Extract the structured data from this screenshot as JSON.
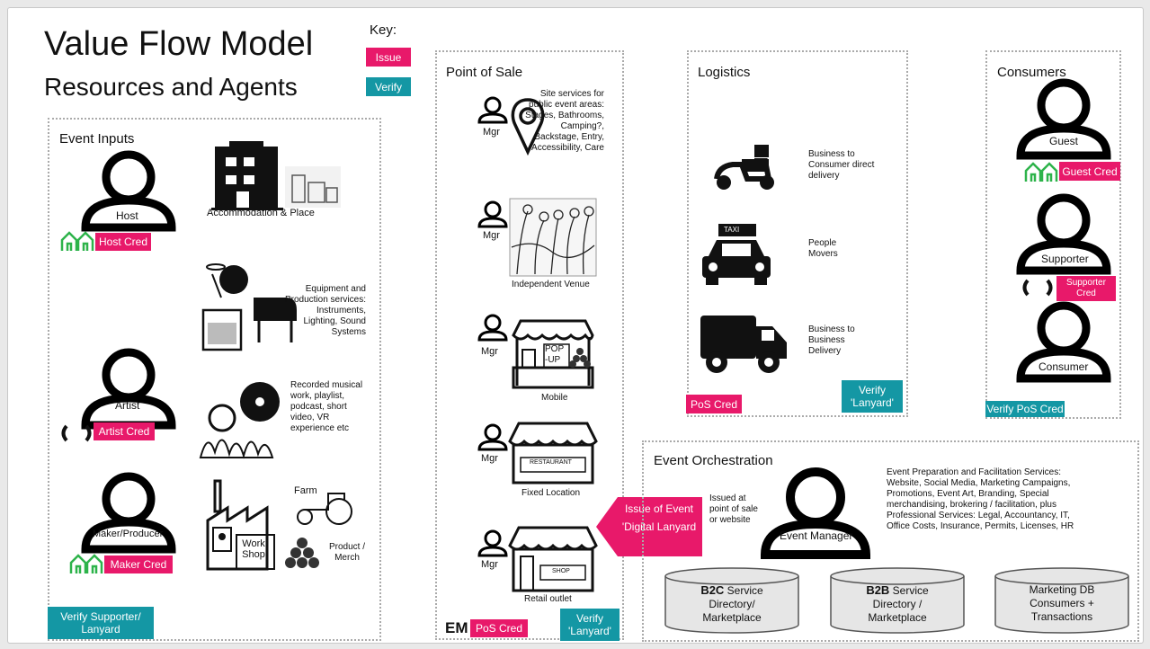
{
  "title": "Value Flow Model",
  "subtitle": "Resources and Agents",
  "key": {
    "label": "Key:",
    "issue": "Issue",
    "verify": "Verify"
  },
  "event_inputs": {
    "heading": "Event Inputs",
    "host": "Host",
    "host_cred": "Host Cred",
    "accommodation": "Accommodation & Place",
    "equipment": "Equipment and Production services: Instruments, Lighting, Sound Systems",
    "artist": "Artist",
    "artist_cred": "Artist Cred",
    "recorded": "Recorded musical work, playlist, podcast, short video, VR experience etc",
    "maker": "Maker/Producer",
    "maker_cred": "Maker Cred",
    "farm": "Farm",
    "workshop": "Work Shop",
    "product": "Product / Merch",
    "verify_supporter": "Verify Supporter/ Lanyard"
  },
  "pos": {
    "heading": "Point of Sale",
    "mgr": "Mgr",
    "site_services": "Site services for public event areas: Stages, Bathrooms, Camping?, Backstage, Entry, Accessibility, Care",
    "independent": "Independent Venue",
    "popup": "POP -UP",
    "mobile": "Mobile",
    "restaurant": "RESTAURANT",
    "fixed": "Fixed Location",
    "shop": "SHOP",
    "retail": "Retail outlet",
    "em": "EM",
    "pos_cred": "PoS  Cred",
    "verify_lanyard": "Verify 'Lanyard'"
  },
  "issue_arrow": {
    "text": "Issue of Event 'Digital Lanyard",
    "note": "Issued at point of sale or website"
  },
  "logistics": {
    "heading": "Logistics",
    "b2c": "Business to Consumer direct delivery",
    "taxi": "TAXI",
    "people": "People Movers",
    "b2b": "Business to Business Delivery",
    "pos_cred": "PoS  Cred",
    "verify_lanyard": "Verify 'Lanyard'"
  },
  "consumers": {
    "heading": "Consumers",
    "guest": "Guest",
    "guest_cred": "Guest Cred",
    "supporter": "Supporter",
    "supporter_cred": "Supporter Cred",
    "consumer": "Consumer",
    "verify_pos": "Verify PoS Cred"
  },
  "orchestration": {
    "heading": "Event  Orchestration",
    "manager": "Event Manager",
    "services": "Event Preparation and Facilitation Services: Website, Social Media, Marketing Campaigns, Promotions, Event Art, Branding, Special merchandising, brokering / facilitation, plus Professional Services: Legal, Accountancy, IT, Office Costs, Insurance, Permits, Licenses, HR",
    "b2c_bold": "B2C",
    "b2c_rest": "Service Directory/ Marketplace",
    "b2b_bold": "B2B",
    "b2b_rest": "Service Directory / Marketplace",
    "mktg": "Marketing DB Consumers + Transactions"
  },
  "colors": {
    "issue": "#e8196a",
    "verify": "#1497a4",
    "home_icon": "#2db34a"
  }
}
